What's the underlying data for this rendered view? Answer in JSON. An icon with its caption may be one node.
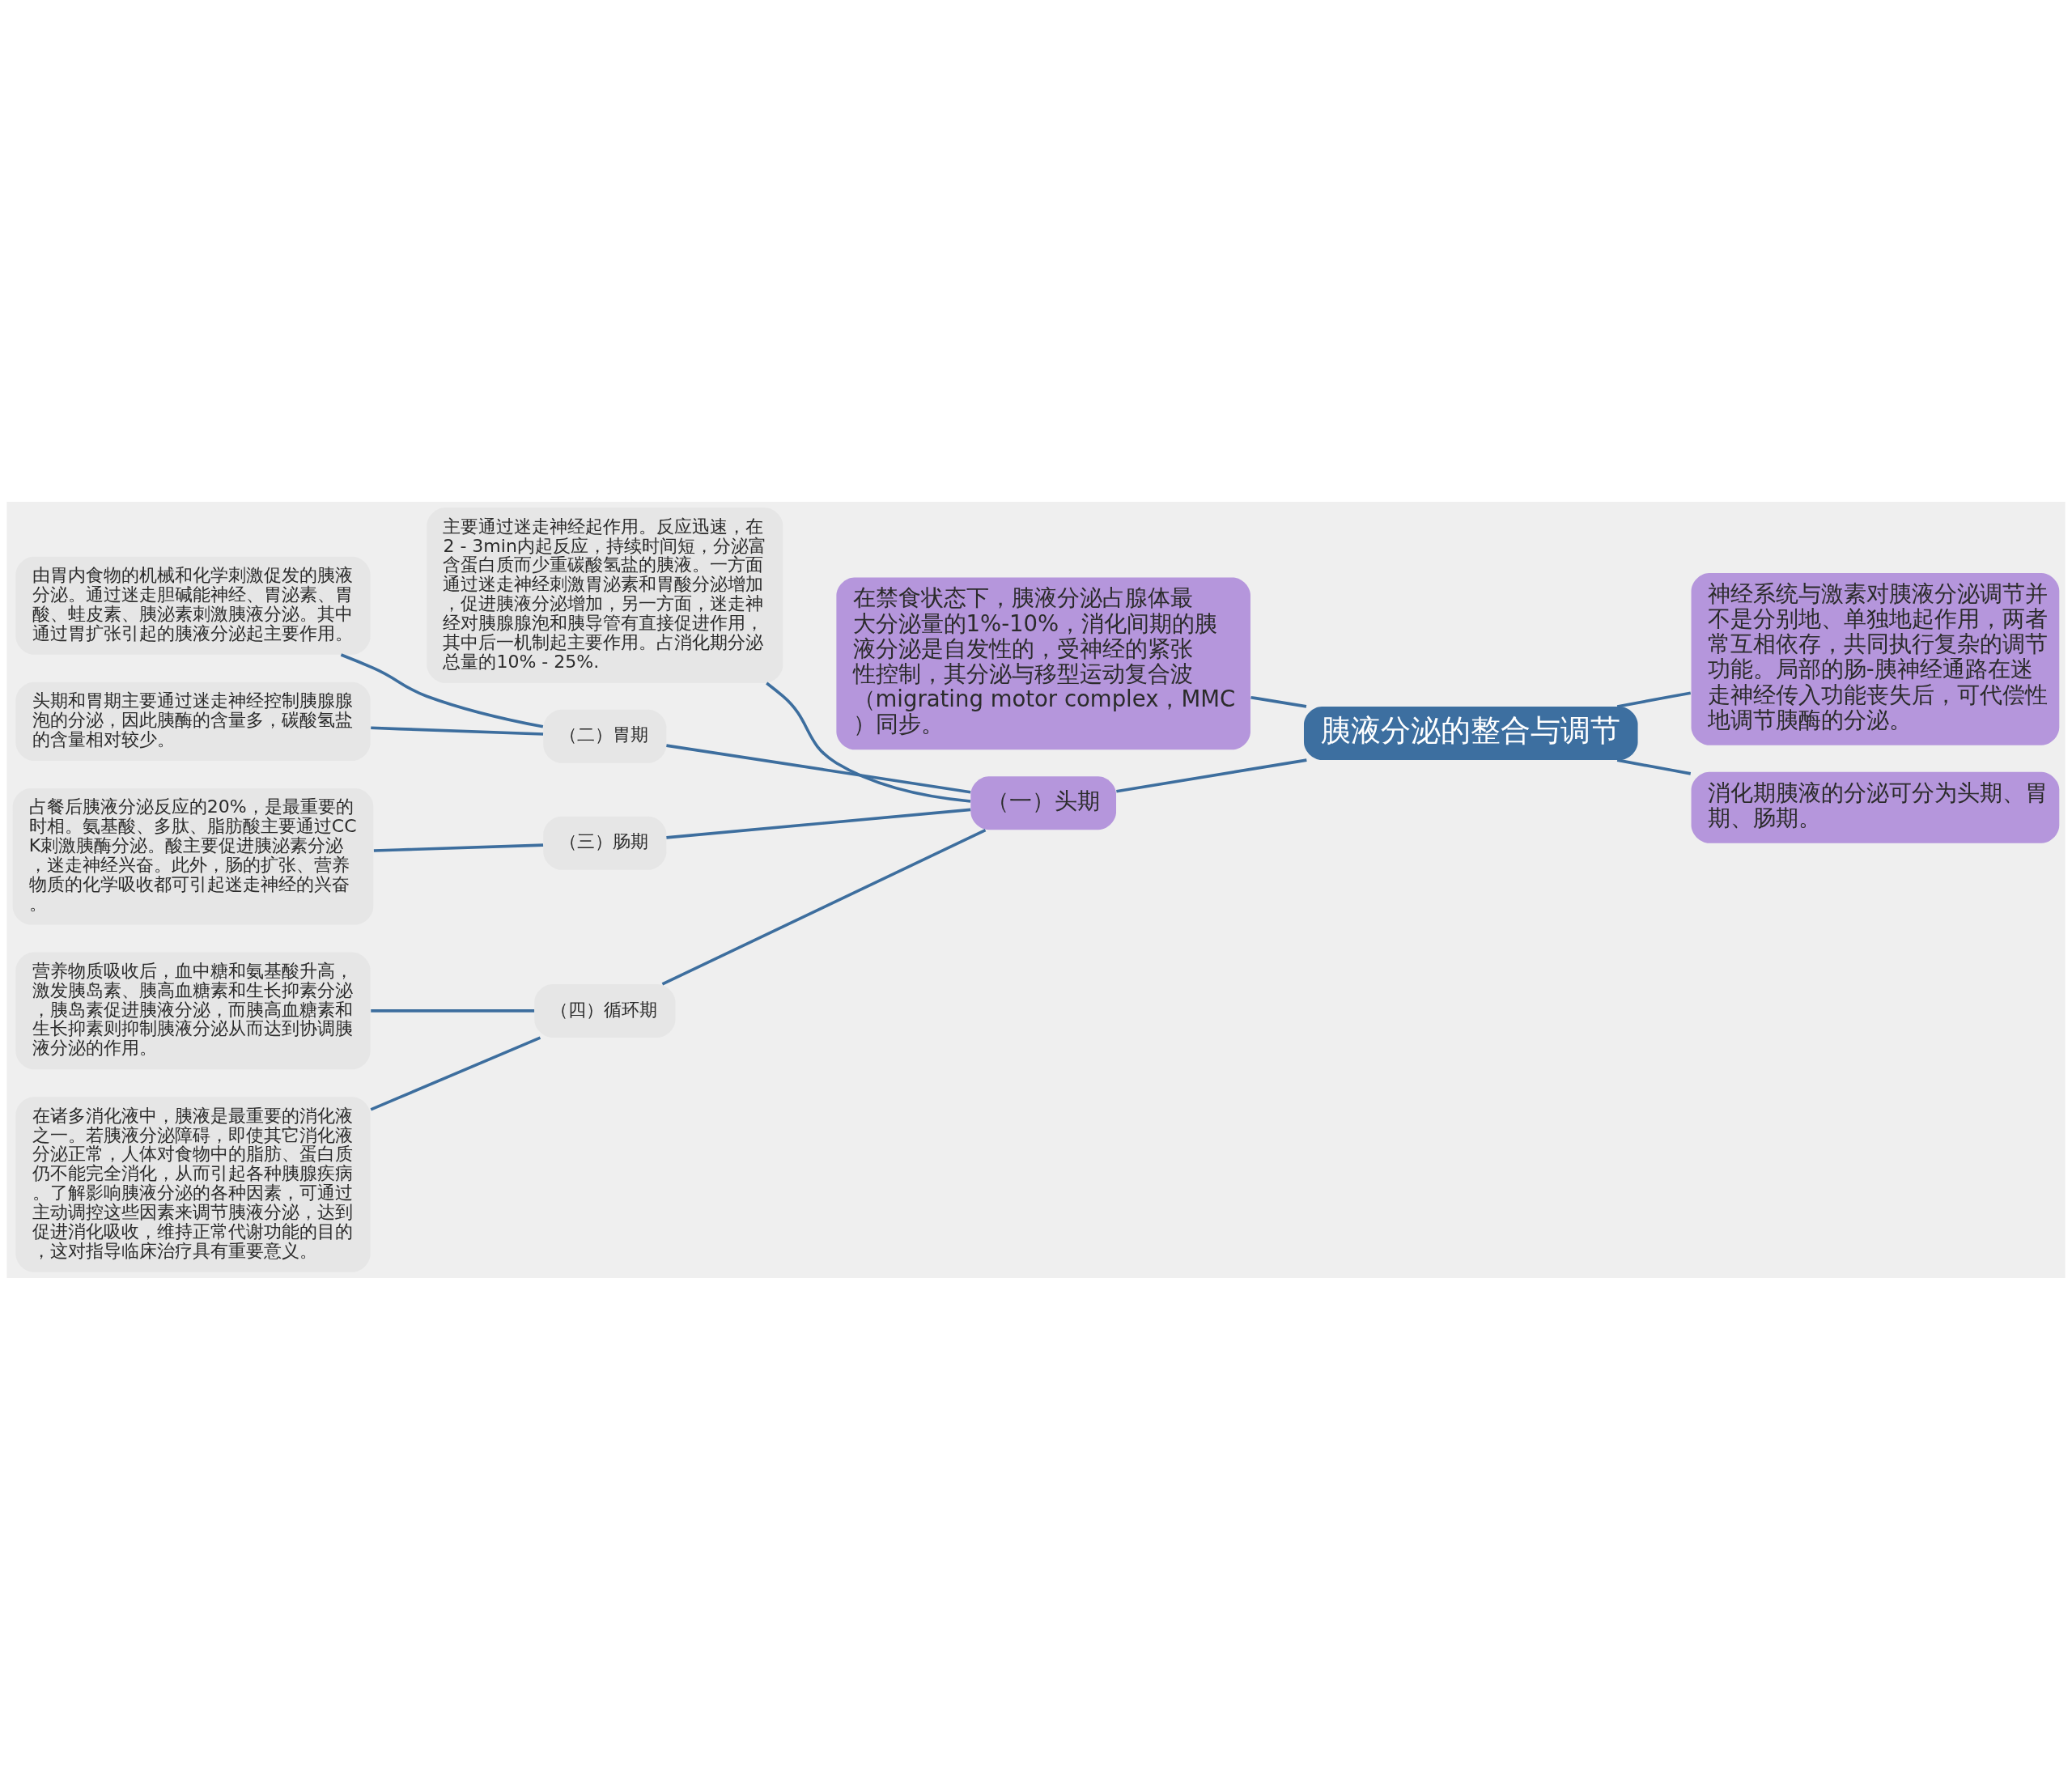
{
  "diagram": {
    "nodes": [
      {
        "text": [
          "胰液分泌的整合与调节"
        ]
      },
      {
        "text": [
          "在禁食状态下，胰液分泌占腺体最大分泌量的1%-10%，消化间期的胰液分泌是自发性的，受神经的紧张性控制，其分泌与移型运动复合波（migrating motor complex，MMC）同步。"
        ]
      },
      {
        "text": [
          "（一）头期"
        ]
      },
      {
        "text": [
          "主要通过迷走神经起作用。反应迅速，在2 - 3min内起反应，持续时间短，分泌富含蛋白质而少重碳酸氢盐的胰液。一方面通过迷走神经刺激胃泌素和胃酸分泌增加，促进胰液分泌增加，另一方面，迷走神经对胰腺腺泡和胰导管有直接促进作用，其中后一机制起主要作用。占消化期分泌总量的10% - 25%."
        ]
      },
      {
        "text": [
          "（二）胃期"
        ]
      },
      {
        "text": [
          "由胃内食物的机械和化学刺激促发的胰液分泌。通过迷走胆碱能神经、胃泌素、胃酸、蛙皮素、胰泌素刺激胰液分泌。其中通过胃扩张引起的胰液分泌起主要作用。"
        ]
      },
      {
        "text": [
          "头期和胃期主要通过迷走神经控制胰腺腺泡的分泌，因此胰酶的含量多，碳酸氢盐的含量相对较少。"
        ]
      },
      {
        "text": [
          "（三）肠期"
        ]
      },
      {
        "text": [
          "占餐后胰液分泌反应的20%，是最重要的时相。氨基酸、多肽、脂肪酸主要通过CCK刺激胰酶分泌。酸主要促进胰泌素分泌，迷走神经兴奋。此外，肠的扩张、营养物质的化学吸收都可引起迷走神经的兴奋。"
        ]
      },
      {
        "text": [
          "（四）循环期"
        ]
      },
      {
        "text": [
          "营养物质吸收后，血中糖和氨基酸升高，激发胰岛素、胰高血糖素和生长抑素分泌，胰岛素促进胰液分泌，而胰高血糖素和生长抑素则抑制胰液分泌从而达到协调胰液分泌的作用。"
        ]
      },
      {
        "text": [
          "在诸多消化液中，胰液是最重要的消化液之一。若胰液分泌障碍，即使其它消化液分泌正常，人体对食物中的脂肪、蛋白质仍不能完全消化，从而引起各种胰腺疾病。了解影响胰液分泌的各种因素，可通过主动调控这些因素来调节胰液分泌，达到促进消化吸收，维持正常代谢功能的目的，这对指导临床治疗具有重要意义。"
        ]
      },
      {
        "text": [
          "神经系统与激素对胰液分泌调节并不是分别地、单独地起作用，两者常互相依存，共同执行复杂的调节功能。局部的肠-胰神经通路在迷走神经传入功能丧失后，可代偿性地调节胰酶的分泌。"
        ]
      },
      {
        "text": [
          "消化期胰液的分泌可分为头期、胃期、肠期。"
        ]
      }
    ],
    "edges": [
      {
        "from": 0,
        "to": 1,
        "arrow": "none"
      },
      {
        "from": 0,
        "to": 2,
        "arrow": "none"
      },
      {
        "from": 2,
        "to": 3,
        "arrow": "none"
      },
      {
        "from": 2,
        "to": 4,
        "arrow": "none"
      },
      {
        "from": 4,
        "to": 5,
        "arrow": "none"
      },
      {
        "from": 4,
        "to": 6,
        "arrow": "none"
      },
      {
        "from": 2,
        "to": 7,
        "arrow": "none"
      },
      {
        "from": 7,
        "to": 8,
        "arrow": "none"
      },
      {
        "from": 2,
        "to": 9,
        "arrow": "none"
      },
      {
        "from": 9,
        "to": 10,
        "arrow": "none"
      },
      {
        "from": 9,
        "to": 11,
        "arrow": "none"
      },
      {
        "from": 0,
        "to": 12,
        "arrow": "none"
      },
      {
        "from": 0,
        "to": 13,
        "arrow": "none"
      }
    ]
  }
}
